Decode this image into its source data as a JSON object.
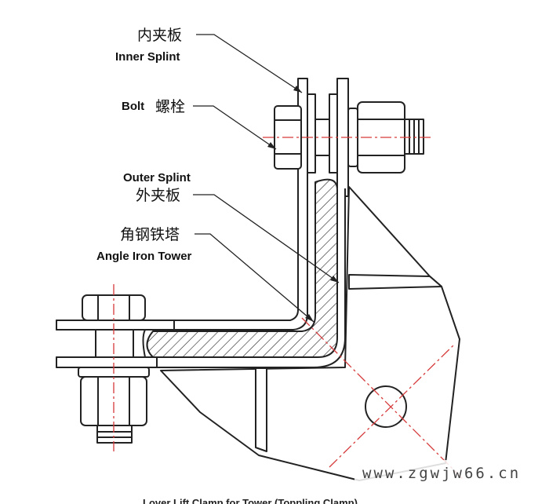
{
  "labels": {
    "inner_splint_cn": "内夹板",
    "inner_splint_en": "Inner Splint",
    "bolt_en": "Bolt",
    "bolt_cn": "螺栓",
    "outer_splint_en": "Outer Splint",
    "outer_splint_cn": "外夹板",
    "angle_tower_cn": "角钢铁塔",
    "angle_tower_en": "Angle Iron Tower"
  },
  "watermark": "www.zgwjw66.cn",
  "caption": "Lover Lift  Clamp for Tower (Toppling Clamp)",
  "colors": {
    "line": "#222222",
    "centerline": "#d63a3a",
    "background": "#ffffff"
  }
}
